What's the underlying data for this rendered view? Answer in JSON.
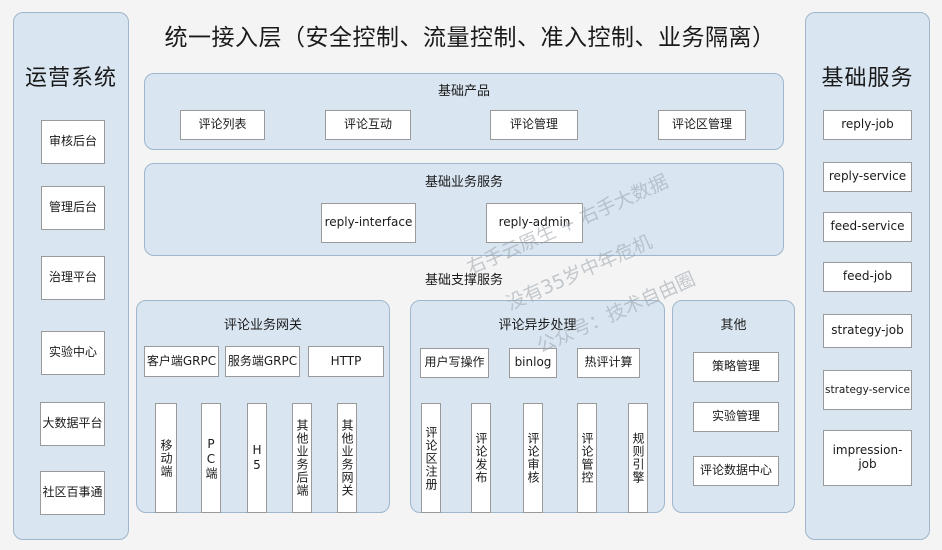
{
  "main_title": "统一接入层（安全控制、流量控制、准入控制、业务隔离）",
  "left": {
    "title": "运营系统",
    "items": [
      "审核后台",
      "管理后台",
      "治理平台",
      "实验中心",
      "大数据平台",
      "社区百事通"
    ]
  },
  "right": {
    "title": "基础服务",
    "items": [
      "reply-job",
      "reply-service",
      "feed-service",
      "feed-job",
      "strategy-job",
      "strategy-service",
      "impression-job"
    ]
  },
  "basic_products": {
    "title": "基础产品",
    "items": [
      "评论列表",
      "评论互动",
      "评论管理",
      "评论区管理"
    ]
  },
  "basic_business": {
    "title": "基础业务服务",
    "items": [
      "reply-interface",
      "reply-admin"
    ]
  },
  "support_title": "基础支撑服务",
  "gateway": {
    "title": "评论业务网关",
    "protocols": [
      "客户端GRPC",
      "服务端GRPC",
      "HTTP"
    ],
    "clients": [
      "移动端",
      "PC端",
      "H5",
      "其他业务后端",
      "其他业务网关"
    ]
  },
  "async": {
    "title": "评论异步处理",
    "ops": [
      "用户写操作",
      "binlog",
      "热评计算"
    ],
    "tasks": [
      "评论区注册",
      "评论发布",
      "评论审核",
      "评论管控",
      "规则引擎"
    ]
  },
  "other": {
    "title": "其他",
    "items": [
      "策略管理",
      "实验管理",
      "评论数据中心"
    ]
  },
  "watermark": {
    "line1": "右手云原生 + 右手大数据",
    "line2": "没有35岁中年危机",
    "line3": "公众号：技术自由圈"
  }
}
